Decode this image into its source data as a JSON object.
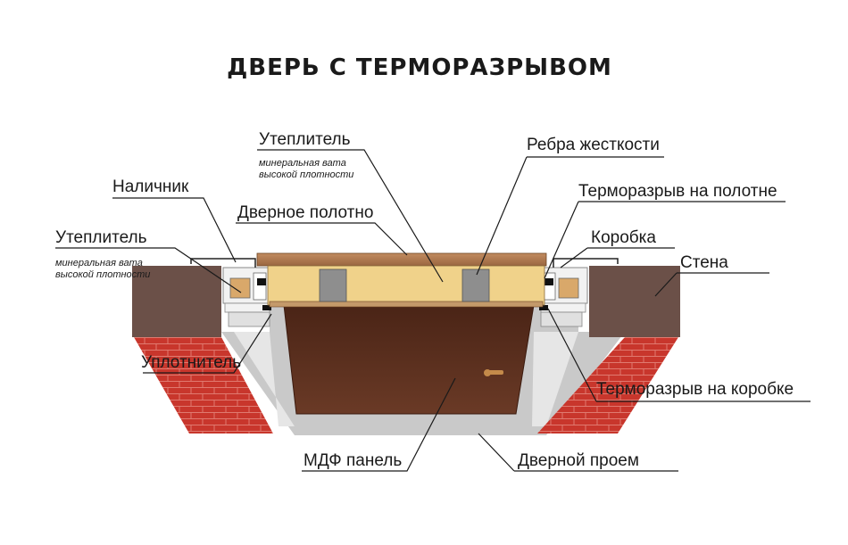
{
  "title": "ДВЕРЬ С ТЕРМОРАЗРЫВОМ",
  "labels": {
    "insulation_top": "Утеплитель",
    "insulation_top_sub1": "минеральная вата",
    "insulation_top_sub2": "высокой плотности",
    "stiffeners": "Ребра жесткости",
    "trim": "Наличник",
    "thermal_break_leaf": "Терморазрыв на полотне",
    "door_leaf": "Дверное полотно",
    "insulation_left": "Утеплитель",
    "insulation_left_sub1": "минеральная вата",
    "insulation_left_sub2": "высокой плотности",
    "frame": "Коробка",
    "wall": "Стена",
    "seal": "Уплотнитель",
    "thermal_break_frame": "Терморазрыв на коробке",
    "mdf_panel": "МДФ панель",
    "door_opening": "Дверной проем"
  },
  "colors": {
    "brick": "#c8362c",
    "brick_mortar": "#e07a70",
    "wall_top": "#6b5048",
    "opening_grey": "#c9c9c9",
    "opening_light": "#e6e6e6",
    "mdf_panel": "#5a2c1c",
    "door_leaf_top": "#b07a52",
    "insulation": "#f0d28a",
    "stiffener": "#8e8e8e",
    "frame_box": "#f2f2f2",
    "seal": "#111111"
  }
}
